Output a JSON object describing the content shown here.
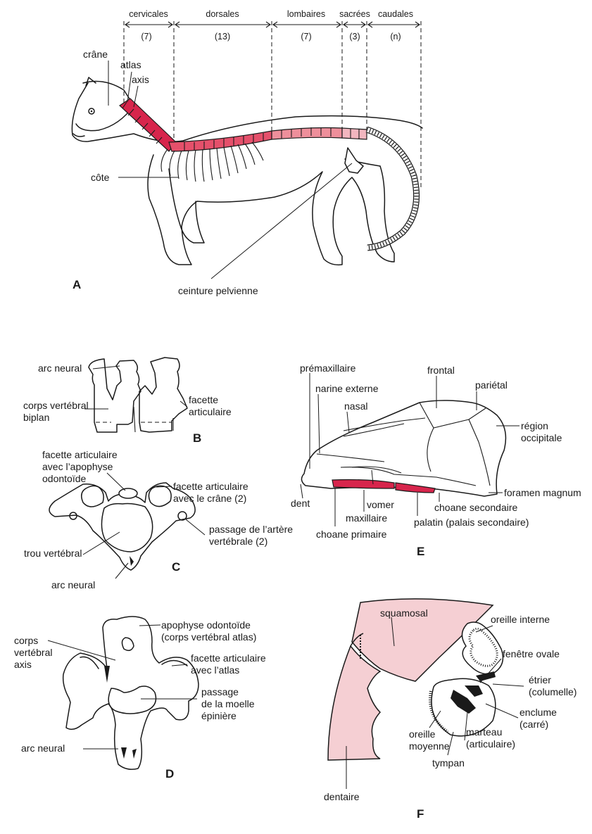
{
  "colors": {
    "cervical": "#d7254c",
    "dorsal": "#e5506b",
    "lumbar": "#ee8f9b",
    "sacral": "#f2b6bf",
    "palate": "#d7254c",
    "shade": "#f5cfd3",
    "ink": "#1a1a1a"
  },
  "panel_a": {
    "letter": "A",
    "regions": [
      {
        "name": "cervicales",
        "count": "(7)"
      },
      {
        "name": "dorsales",
        "count": "(13)"
      },
      {
        "name": "lombaires",
        "count": "(7)"
      },
      {
        "name": "sacrées",
        "count": "(3)"
      },
      {
        "name": "caudales",
        "count": "(n)"
      }
    ],
    "labels": {
      "crane": "crâne",
      "atlas": "atlas",
      "axis": "axis",
      "cote": "côte",
      "ceinture": "ceinture pelvienne"
    }
  },
  "panel_b": {
    "letter": "B",
    "labels": {
      "arc": "arc neural",
      "facette_1": "facette",
      "facette_2": "articulaire",
      "corps_1": "corps vertébral",
      "corps_2": "biplan"
    }
  },
  "panel_c": {
    "letter": "C",
    "labels": {
      "facette_odon_1": "facette articulaire",
      "facette_odon_2": "avec l’apophyse",
      "facette_odon_3": "odontoïde",
      "facette_crane_1": "facette articulaire",
      "facette_crane_2": "avec le crâne (2)",
      "passage_1": "passage de l’artère",
      "passage_2": "vertébrale (2)",
      "trou": "trou vertébral",
      "arc": "arc neural"
    }
  },
  "panel_d": {
    "letter": "D",
    "labels": {
      "apophyse_1": "apophyse odontoïde",
      "apophyse_2": "(corps vertébral atlas)",
      "corps_1": "corps",
      "corps_2": "vertébral",
      "corps_3": "axis",
      "facette_1": "facette articulaire",
      "facette_2": "avec l’atlas",
      "moelle_1": "passage",
      "moelle_2": "de la moelle",
      "moelle_3": "épinière",
      "arc": "arc neural"
    }
  },
  "panel_e": {
    "letter": "E",
    "labels": {
      "premax": "prémaxillaire",
      "narine": "narine externe",
      "nasal": "nasal",
      "frontal": "frontal",
      "parietal": "pariétal",
      "occ_1": "région",
      "occ_2": "occipitale",
      "foramen": "foramen magnum",
      "dent": "dent",
      "vomer": "vomer",
      "choane_sec": "choane secondaire",
      "maxillaire": "maxillaire",
      "palatin": "palatin (palais secondaire)",
      "choane_prim": "choane primaire"
    }
  },
  "panel_f": {
    "letter": "F",
    "labels": {
      "squamosal": "squamosal",
      "oreille_int": "oreille interne",
      "fenetre": "fenêtre ovale",
      "etrier_1": "étrier",
      "etrier_2": "(columelle)",
      "enclume_1": "enclume",
      "enclume_2": "(carré)",
      "oreille_moy_1": "oreille",
      "oreille_moy_2": "moyenne",
      "marteau_1": "marteau",
      "marteau_2": "(articulaire)",
      "tympan": "tympan",
      "dentaire": "dentaire"
    }
  }
}
